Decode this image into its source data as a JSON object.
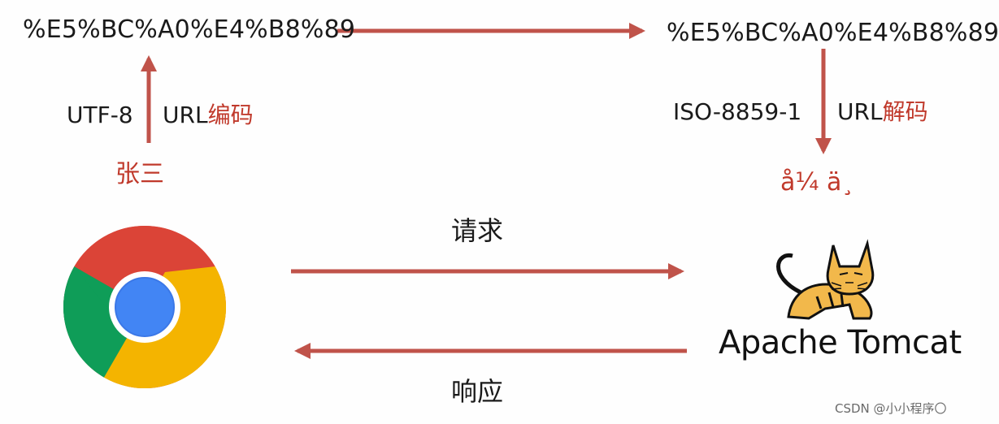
{
  "left_encoded": "%E5%BC%A0%E4%B8%89",
  "right_encoded": "%E5%BC%A0%E4%B8%89",
  "left_charset": "UTF-8",
  "left_op_prefix": "URL",
  "left_op_suffix": "编码",
  "right_charset": "ISO-8859-1",
  "right_op_prefix": "URL",
  "right_op_suffix": "解码",
  "original_text": "张三",
  "garbled_text": "å¼ ä¸",
  "request_label": "请求",
  "response_label": "响应",
  "server_name": "Apache Tomcat",
  "watermark": "CSDN @小小程序〇",
  "icons": {
    "browser": "chrome-icon",
    "server": "tomcat-icon"
  },
  "colors": {
    "arrow": "#c0534a",
    "accent_text": "#c0392b"
  }
}
